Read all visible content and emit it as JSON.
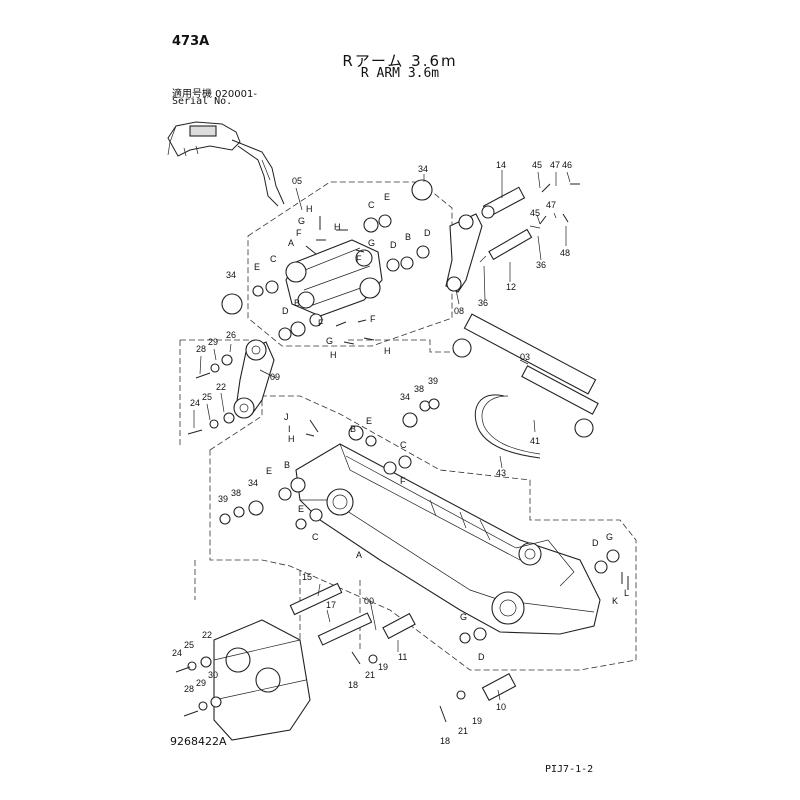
{
  "header": {
    "page_code": "473A",
    "title_jp": "Rアーム 3.6m",
    "title_en": "R ARM 3.6m",
    "serial_label_jp": "適用号機  020001-",
    "serial_label_en": "Serial No."
  },
  "footer": {
    "drawing_number": "9268422A",
    "sheet_code": "PIJ7-1-2"
  },
  "callouts": {
    "c05": "05",
    "c34a": "34",
    "c34b": "34",
    "c34c": "34",
    "c34d": "34",
    "c14": "14",
    "c45a": "45",
    "c47a": "47",
    "c46": "46",
    "c45b": "45",
    "c47b": "47",
    "c48": "48",
    "c36a": "36",
    "c36b": "36",
    "c12": "12",
    "c08": "08",
    "c03": "03",
    "c41": "41",
    "c43": "43",
    "c28a": "28",
    "c29a": "29",
    "c26": "26",
    "c09": "09",
    "c24a": "24",
    "c25a": "25",
    "c22a": "22",
    "c38a": "38",
    "c39a": "39",
    "c39b": "39",
    "c38b": "38",
    "c00": "00",
    "c15": "15",
    "c17": "17",
    "c11": "11",
    "c19a": "19",
    "c21a": "21",
    "c18a": "18",
    "c10": "10",
    "c19b": "19",
    "c21b": "21",
    "c18b": "18",
    "c24b": "24",
    "c25b": "25",
    "c22b": "22",
    "c28b": "28",
    "c29b": "29",
    "c30": "30",
    "lA1": "A",
    "lC1": "C",
    "lE1": "E",
    "lC2": "C",
    "lE2": "E",
    "lG1": "G",
    "lH1": "H",
    "lF1": "F",
    "lH2": "H",
    "lG2": "G",
    "lF2": "F",
    "lD1": "D",
    "lB1": "B",
    "lD2": "D",
    "lD3": "D",
    "lB2": "B",
    "lF3": "F",
    "lG3": "G",
    "lH3": "H",
    "lF4": "F",
    "lH4": "H",
    "lJ": "J",
    "lI": "I",
    "lH5": "H",
    "lB3": "B",
    "lE3": "E",
    "lC3": "C",
    "lF5": "F",
    "lE4": "E",
    "lB4": "B",
    "lE5": "E",
    "lC4": "C",
    "lA2": "A",
    "lD4": "D",
    "lG4": "G",
    "lK": "K",
    "lL": "L",
    "lG5": "G",
    "lD5": "D"
  }
}
